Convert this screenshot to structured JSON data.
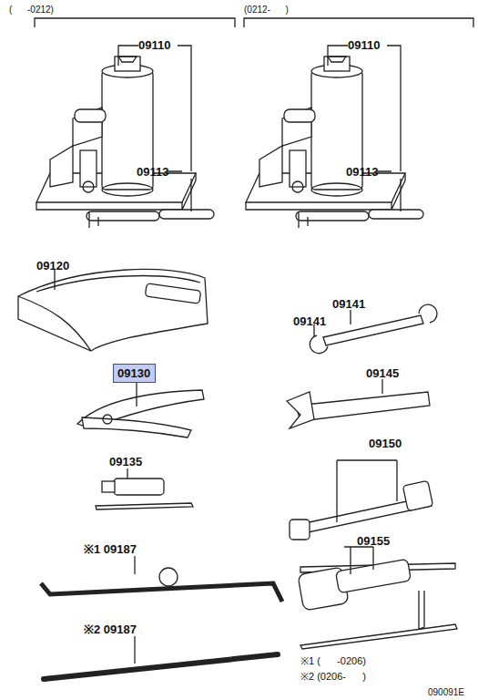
{
  "diagram": {
    "nodes": [
      {
        "text": [
          "09130"
        ]
      }
    ],
    "labels": [
      "(      -0212)",
      "(0212-      )",
      "09110",
      "09110",
      "09113",
      "09113",
      "09120",
      "09141",
      "09141",
      "09145",
      "09135",
      "09150",
      "※1 09187",
      "09155",
      "※2 09187",
      "※1 (      -0206)",
      "※2 (0206-      )",
      "090091E"
    ]
  }
}
